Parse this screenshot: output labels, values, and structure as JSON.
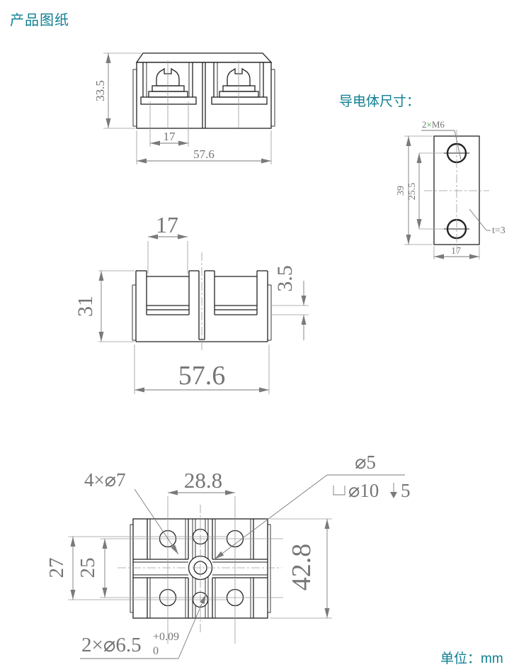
{
  "labels": {
    "title": "产品图纸",
    "conductor_heading": "导电体尺寸：",
    "unit": "单位：mm"
  },
  "colors": {
    "accent_teal": "#0f7f92",
    "drawing_line": "#222222",
    "dimension_gray": "#7a7a7a",
    "thread_count_green": "#3aa03a"
  },
  "front_view": {
    "dim_height": "33.5",
    "dim_window_width": "17",
    "dim_overall_width": "57.6"
  },
  "side_view": {
    "dim_window_width": "17",
    "dim_strip": "3.5",
    "dim_height": "31",
    "dim_overall_width": "57.6"
  },
  "conductor_view": {
    "thread_qty": "2",
    "thread_times": "×",
    "thread_size": "M6",
    "dim_height": "39",
    "dim_hole_spacing": "25.5",
    "dim_width": "17",
    "thickness_note": "t=3"
  },
  "top_view": {
    "corner_holes_label": "4×⌀7",
    "dim_hole_spacing_h": "28.8",
    "center_hole_label": "⌀5",
    "counterbore_label": "⌀10",
    "counterbore_depth": "5",
    "dim_outer_v": "27",
    "dim_inner_v": "25",
    "dim_height": "42.8",
    "slot_holes_label": "2×⌀6.5",
    "tolerance_upper": "+0.09",
    "tolerance_lower": "0"
  }
}
